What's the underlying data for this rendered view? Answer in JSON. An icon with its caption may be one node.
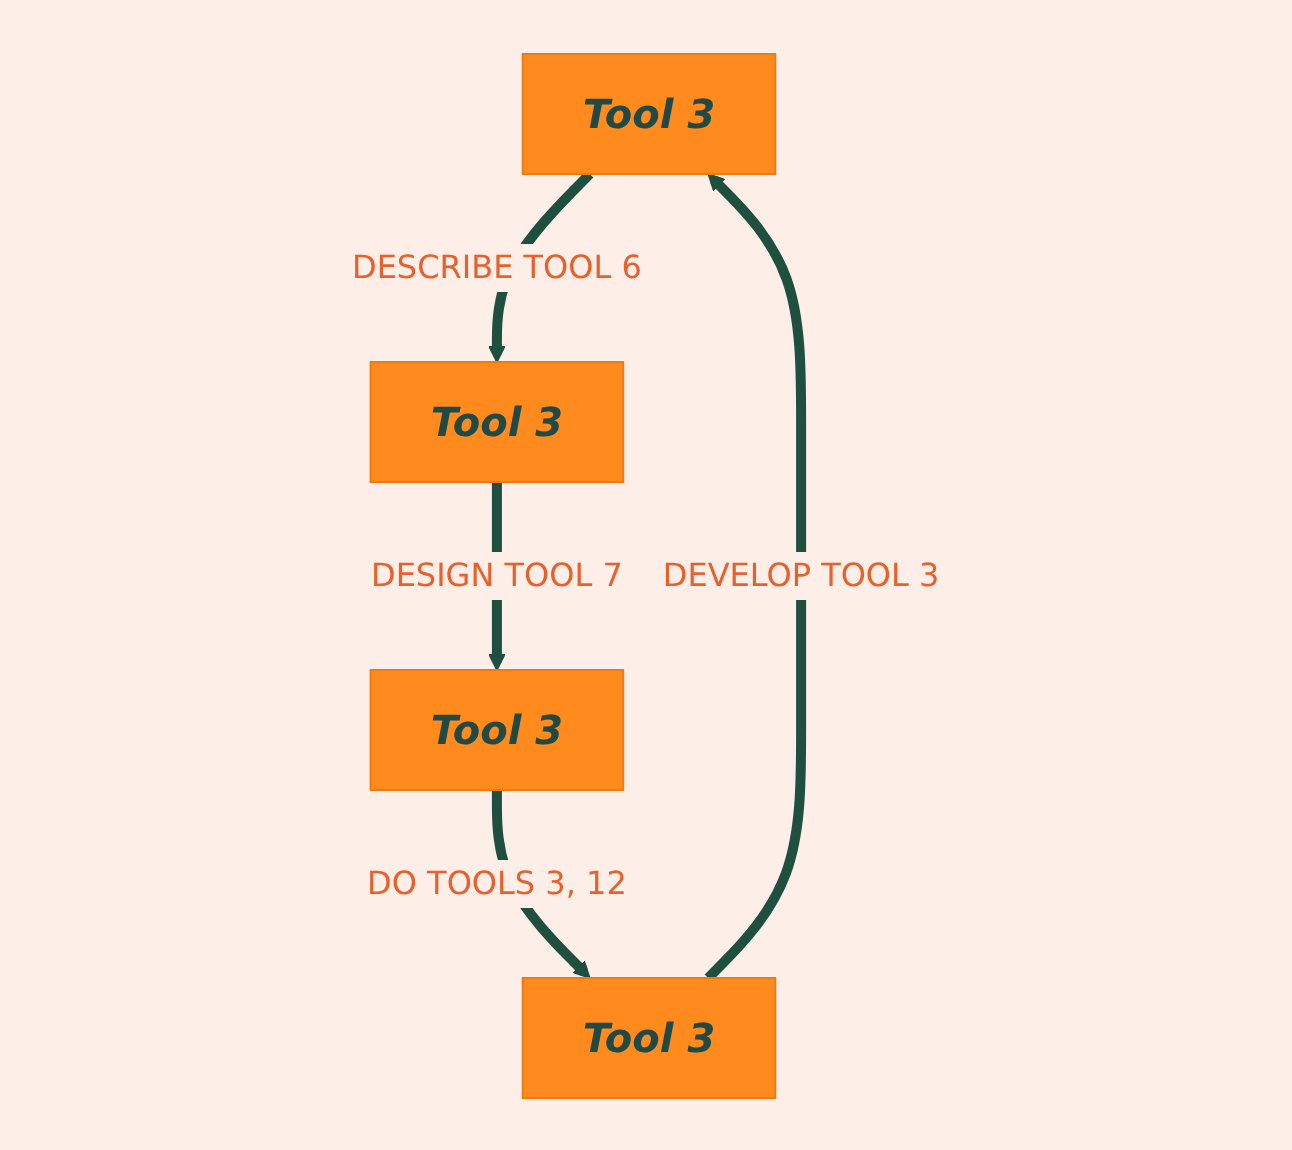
{
  "diagram": {
    "nodes": [
      {
        "text": [
          "Tool 3"
        ]
      },
      {
        "text": [
          "Tool 3"
        ]
      },
      {
        "text": [
          "Tool 3"
        ]
      },
      {
        "text": [
          "Tool 3"
        ]
      }
    ],
    "edges": [
      {
        "from": 0,
        "to": 1,
        "arrow": "to",
        "label": "DESCRIBE TOOL 6"
      },
      {
        "from": 1,
        "to": 3,
        "arrow": "to",
        "label": "DESIGN TOOL 7"
      },
      {
        "from": 3,
        "to": 2,
        "arrow": "to",
        "label": "DO TOOLS 3, 12"
      },
      {
        "from": 2,
        "to": 0,
        "arrow": "to",
        "label": "DEVELOP TOOL 3"
      }
    ]
  }
}
